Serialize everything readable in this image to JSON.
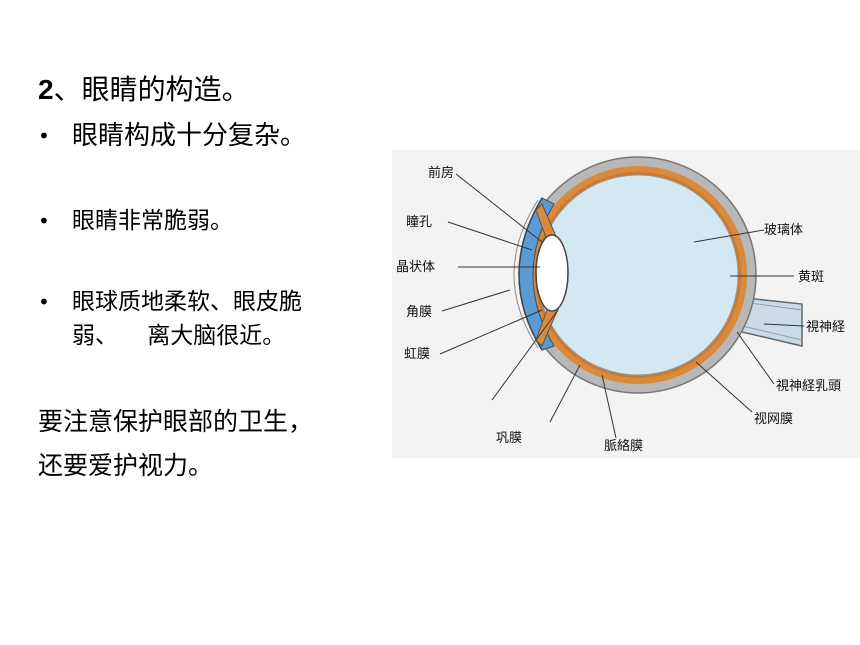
{
  "heading": {
    "number": "2",
    "text": "、眼睛的构造。"
  },
  "bullets": [
    {
      "marker": "•",
      "text": "眼睛构成十分复杂。"
    },
    {
      "marker": "•",
      "text": "眼睛非常脆弱。"
    },
    {
      "marker": "•",
      "line1": "眼球质地柔软、眼皮脆",
      "line2": "弱、    离大脑很近。"
    }
  ],
  "note": {
    "line1": "要注意保护眼部的卫生，",
    "line2": "还要爱护视力。"
  },
  "diagram": {
    "labels": {
      "anterior_chamber": "前房",
      "pupil": "瞳孔",
      "lens": "晶状体",
      "cornea": "角膜",
      "iris": "虹膜",
      "sclera": "巩膜",
      "choroid": "脈絡膜",
      "vitreous": "玻璃体",
      "macula": "黄斑",
      "optic_nerve": "視神経",
      "optic_disc": "視神経乳頭",
      "retina": "视网膜"
    },
    "colors": {
      "vitreous": "#d4e8f2",
      "sclera": "#b8b8b8",
      "choroid": "#d98a3c",
      "cornea": "#5b9bd5",
      "background": "#f3f3f3"
    }
  }
}
